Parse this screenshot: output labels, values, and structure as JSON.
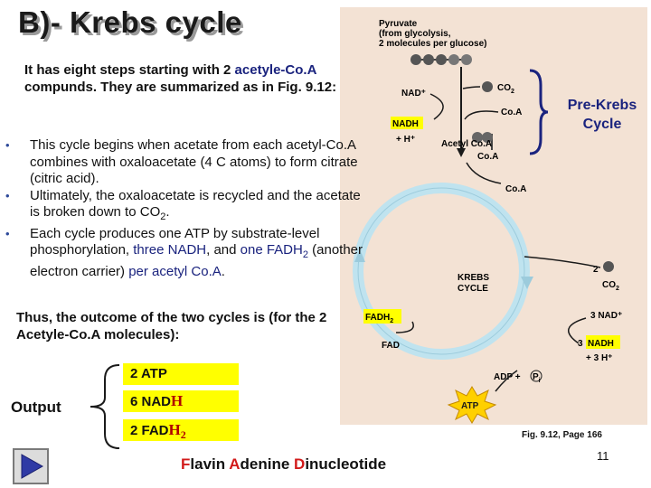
{
  "title": "B)- Krebs cycle",
  "intro": {
    "part1": "It has eight steps starting with 2 ",
    "highlight": "acetyle-Co.A",
    "part2": " compunds. They are summarized as in Fig. 9.12:"
  },
  "bullets": [
    {
      "text": "This cycle begins when acetate from each acetyl-Co.A combines with oxaloacetate (4 C atoms) to form citrate (citric acid)."
    },
    {
      "text": "Ultimately, the oxaloacetate is recycled and the acetate is broken down to CO",
      "sub": "2",
      "tail": "."
    },
    {
      "a": "Each cycle produces one ATP by substrate-level phosphorylation, ",
      "b": "three NADH",
      "c": ", and ",
      "d": "one FADH",
      "e": "2",
      "f": " (another electron carrier) ",
      "g": "per acetyl Co.A",
      "h": "."
    }
  ],
  "thus": "Thus, the outcome of the two cycles is (for the 2 Acetyle-Co.A molecules):",
  "output_label": "Output",
  "outputs": [
    {
      "pre": "2 ATP",
      "mark": "",
      "sub": ""
    },
    {
      "pre": "6 NAD",
      "mark": "H",
      "sub": ""
    },
    {
      "pre": "2 FAD",
      "mark": "H",
      "sub": "2"
    }
  ],
  "flavin": {
    "F": "F",
    "lavin": "lavin ",
    "A": "A",
    "denine": "denine ",
    "D": "D",
    "inucleotide": "inucleotide"
  },
  "pre_krebs": [
    "Pre-Krebs",
    "Cycle"
  ],
  "caption": "Fig. 9.12, Page 166",
  "page_number": "11",
  "figure": {
    "pyruvate": [
      "Pyruvate",
      "(from glycolysis,",
      "2 molecules per glucose)"
    ],
    "co2": "CO",
    "co2_sub": "2",
    "nad_plus": "NAD⁺",
    "nadh": "NADH",
    "h_plus": "+ H⁺",
    "coa": "Co.A",
    "acetyl_coa": [
      "Acetyl Co.A",
      "Co.A"
    ],
    "coa_lower": "Co.A",
    "krebs": [
      "KREBS",
      "CYCLE"
    ],
    "two_co2": "2",
    "co2_right": "CO",
    "co2_right_sub": "2",
    "fadh2": "FADH",
    "fadh2_sub": "2",
    "three_nad": "3 NAD⁺",
    "fad": "FAD",
    "three_nadh_prefix": "3",
    "three_nadh": "NADH",
    "three_h": "+ 3 H⁺",
    "adp": "ADP +",
    "pi": "P",
    "pi_sub": "i",
    "atp": "ATP"
  },
  "colors": {
    "figure_bg": "#f3e2d4",
    "yellow": "#ffff00",
    "accent_blue": "#1a237e",
    "red": "#d21a1a",
    "cycle_arrow": "#bfe3ef"
  }
}
